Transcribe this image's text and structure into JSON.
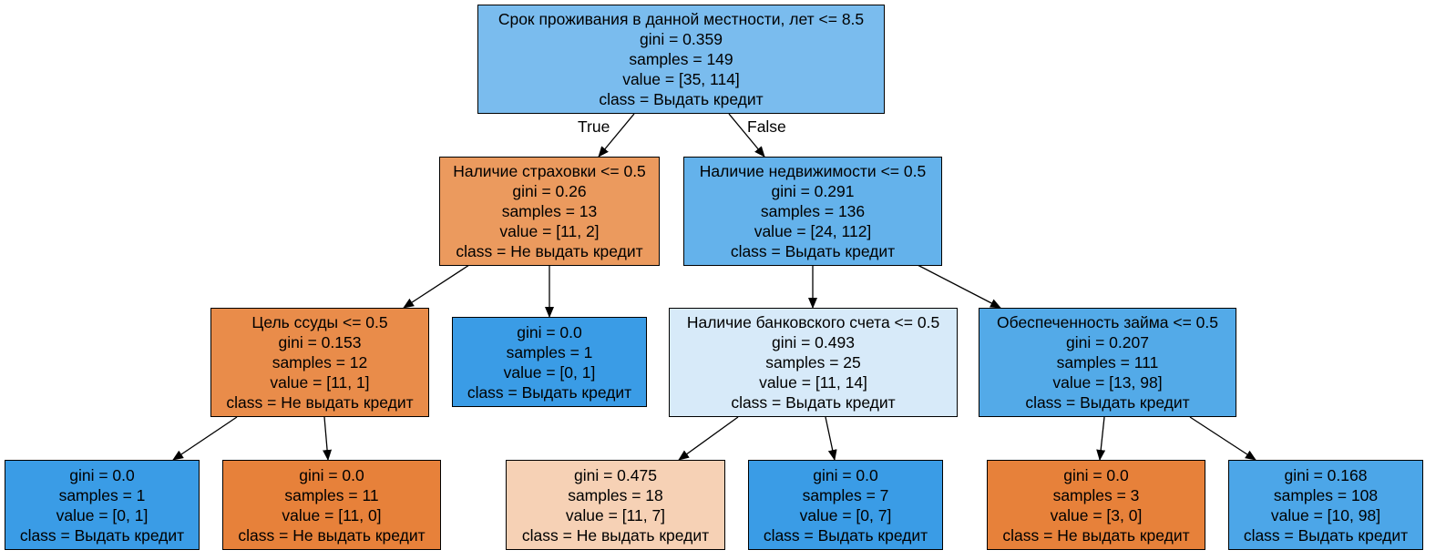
{
  "edge_labels": {
    "true_label": "True",
    "false_label": "False"
  },
  "nodes": {
    "n0": {
      "color": "#7abcee",
      "lines": [
        "Срок проживания в данной местности, лет <= 8.5",
        "gini = 0.359",
        "samples = 149",
        "value = [35, 114]",
        "class = Выдать кредит"
      ]
    },
    "n1": {
      "color": "#eb9a5e",
      "lines": [
        "Наличие страховки <= 0.5",
        "gini = 0.26",
        "samples = 13",
        "value = [11, 2]",
        "class = Не выдать кредит"
      ]
    },
    "n2": {
      "color": "#64b2eb",
      "lines": [
        "Наличие недвижимости <= 0.5",
        "gini = 0.291",
        "samples = 136",
        "value = [24, 112]",
        "class = Выдать кредит"
      ]
    },
    "n3": {
      "color": "#e98c4a",
      "lines": [
        "Цель ссуды <= 0.5",
        "gini = 0.153",
        "samples = 12",
        "value = [11, 1]",
        "class = Не выдать кредит"
      ]
    },
    "n4": {
      "color": "#3a9ce6",
      "lines": [
        "gini = 0.0",
        "samples = 1",
        "value = [0, 1]",
        "class = Выдать кредит"
      ]
    },
    "n5": {
      "color": "#d7eaf9",
      "lines": [
        "Наличие банковского счета <= 0.5",
        "gini = 0.493",
        "samples = 25",
        "value = [11, 14]",
        "class = Выдать кредит"
      ]
    },
    "n6": {
      "color": "#53aae8",
      "lines": [
        "Обеспеченность займа <= 0.5",
        "gini = 0.207",
        "samples = 111",
        "value = [13, 98]",
        "class = Выдать кредит"
      ]
    },
    "n7": {
      "color": "#3a9ce6",
      "lines": [
        "gini = 0.0",
        "samples = 1",
        "value = [0, 1]",
        "class = Выдать кредит"
      ]
    },
    "n8": {
      "color": "#e7813a",
      "lines": [
        "gini = 0.0",
        "samples = 11",
        "value = [11, 0]",
        "class = Не выдать кредит"
      ]
    },
    "n9": {
      "color": "#f6d1b5",
      "lines": [
        "gini = 0.475",
        "samples = 18",
        "value = [11, 7]",
        "class = Не выдать кредит"
      ]
    },
    "n10": {
      "color": "#3a9ce6",
      "lines": [
        "gini = 0.0",
        "samples = 7",
        "value = [0, 7]",
        "class = Выдать кредит"
      ]
    },
    "n11": {
      "color": "#e7813a",
      "lines": [
        "gini = 0.0",
        "samples = 3",
        "value = [3, 0]",
        "class = Не выдать кредит"
      ]
    },
    "n12": {
      "color": "#4ca6e8",
      "lines": [
        "gini = 0.168",
        "samples = 108",
        "value = [10, 98]",
        "class = Выдать кредит"
      ]
    }
  }
}
